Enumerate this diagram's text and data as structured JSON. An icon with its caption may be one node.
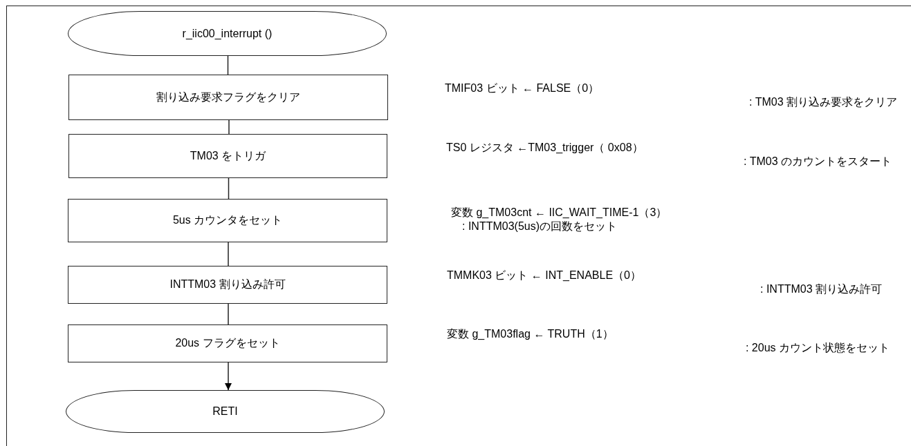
{
  "diagram": {
    "nodes": [
      {
        "text": [
          "r_iic00_interrupt ()"
        ]
      },
      {
        "text": [
          "割り込み要求フラグをクリア"
        ]
      },
      {
        "text": [
          "TM03 をトリガ"
        ]
      },
      {
        "text": [
          "5us カウンタをセット"
        ]
      },
      {
        "text": [
          "INTTM03 割り込み許可"
        ]
      },
      {
        "text": [
          "20us フラグをセット"
        ]
      },
      {
        "text": [
          "RETI"
        ]
      }
    ],
    "edges": [
      {
        "from": 0,
        "to": 1,
        "arrow": "none"
      },
      {
        "from": 1,
        "to": 2,
        "arrow": "none"
      },
      {
        "from": 2,
        "to": 3,
        "arrow": "none"
      },
      {
        "from": 3,
        "to": 4,
        "arrow": "none"
      },
      {
        "from": 4,
        "to": 5,
        "arrow": "none"
      },
      {
        "from": 5,
        "to": 6,
        "arrow": "to"
      }
    ],
    "labels": [
      "TMIF03 ビット ← FALSE（0）",
      ": TM03 割り込み要求をクリア",
      "TS0 レジスタ ←TM03_trigger（ 0x08）",
      ": TM03 のカウントをスタート",
      "変数 g_TM03cnt ← IIC_WAIT_TIME-1（3）",
      ": INTTM03(5us)の回数をセット",
      "TMMK03 ビット ← INT_ENABLE（0）",
      ": INTTM03 割り込み許可",
      "変数 g_TM03flag ← TRUTH（1）",
      ": 20us カウント状態をセット"
    ]
  }
}
